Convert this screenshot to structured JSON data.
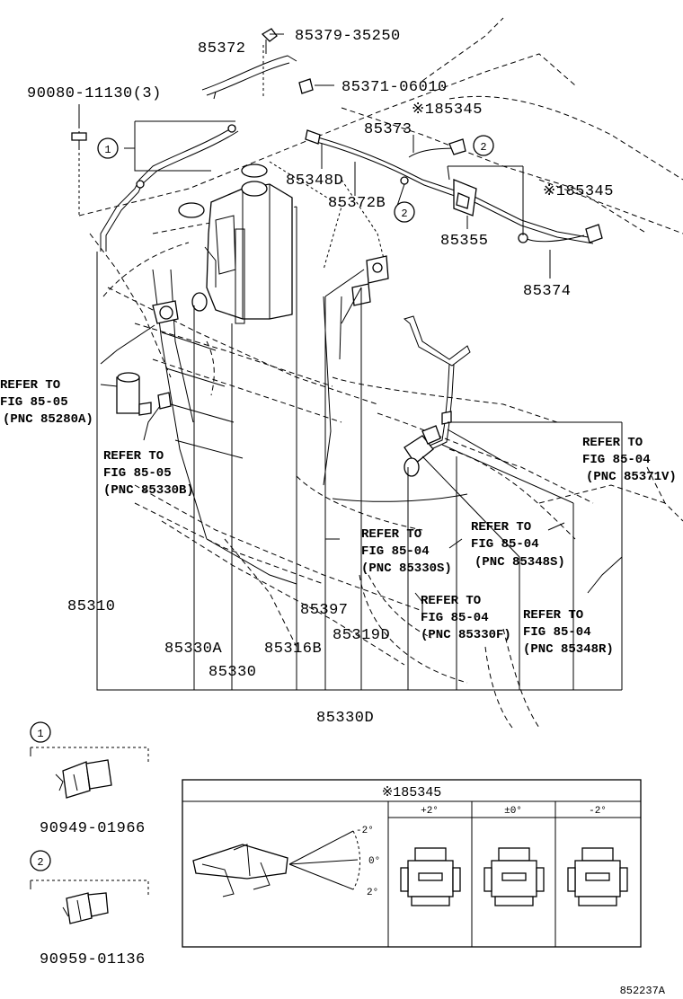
{
  "labels": {
    "p_85379_35250": "85379-35250",
    "p_85372": "85372",
    "p_85371_06010": "85371-06010",
    "p_90080_11130": "90080-11130(3)",
    "p_85345a": "※185345",
    "p_85373": "85373",
    "p_85348D": "85348D",
    "p_85372B": "85372B",
    "p_85345b": "※185345",
    "p_85355": "85355",
    "p_85374": "85374",
    "p_85310": "85310",
    "p_85330A": "85330A",
    "p_85330": "85330",
    "p_85316B": "85316B",
    "p_85397": "85397",
    "p_85319D": "85319D",
    "p_85330D": "85330D",
    "p_90949": "90949-01966",
    "p_90959": "90959-01136",
    "callout1": "1",
    "callout2": "2",
    "footer_code": "852237A"
  },
  "refs": [
    {
      "l1": "REFER TO",
      "l2": "FIG 85-05",
      "l3": "(PNC 85280A)"
    },
    {
      "l1": "REFER TO",
      "l2": "FIG 85-05",
      "l3": "(PNC 85330B)"
    },
    {
      "l1": "REFER TO",
      "l2": "FIG 85-04",
      "l3": "(PNC 85371V)"
    },
    {
      "l1": "REFER TO",
      "l2": "FIG 85-04",
      "l3": "(PNC 85330S)"
    },
    {
      "l1": "REFER TO",
      "l2": "FIG 85-04",
      "l3": "(PNC 85348S)"
    },
    {
      "l1": "REFER TO",
      "l2": "FIG 85-04",
      "l3": "(PNC 85330F)"
    },
    {
      "l1": "REFER TO",
      "l2": "FIG 85-04",
      "l3": "(PNC 85348R)"
    }
  ],
  "angle_table": {
    "title": "※185345",
    "col_labels": [
      "+2°",
      "±0°",
      "-2°"
    ],
    "angle_marks": [
      "-2°",
      "0°",
      "2°"
    ]
  }
}
